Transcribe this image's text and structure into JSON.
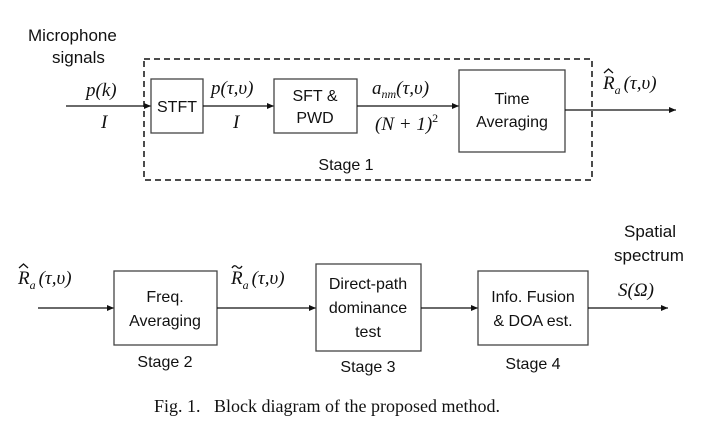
{
  "inputs": {
    "microphone_line1": "Microphone",
    "microphone_line2": "signals",
    "pk": "p(k)",
    "I1": "I",
    "ptau": "p(τ,υ)",
    "I2": "I",
    "anm_base": "a",
    "anm_sub": "nm",
    "anm_args": "(τ,υ)",
    "order": "(N + 1)",
    "order_exp": "2",
    "Ra_base": "R",
    "Ra_sub": "a",
    "Ra_args": "(τ,υ)",
    "Rtilde_args": "(τ,υ)",
    "spatial_line1": "Spatial",
    "spatial_line2": "spectrum",
    "s_omega": "S(Ω)"
  },
  "blocks": {
    "stft": "STFT",
    "sft_line1": "SFT &",
    "sft_line2": "PWD",
    "time_line1": "Time",
    "time_line2": "Averaging",
    "freq_line1": "Freq.",
    "freq_line2": "Averaging",
    "direct_line1": "Direct-path",
    "direct_line2": "dominance",
    "direct_line3": "test",
    "fusion_line1": "Info. Fusion",
    "fusion_line2": "& DOA est."
  },
  "stages": {
    "stage1": "Stage 1",
    "stage2": "Stage 2",
    "stage3": "Stage 3",
    "stage4": "Stage 4"
  },
  "caption": "Fig. 1.   Block diagram of the proposed method."
}
